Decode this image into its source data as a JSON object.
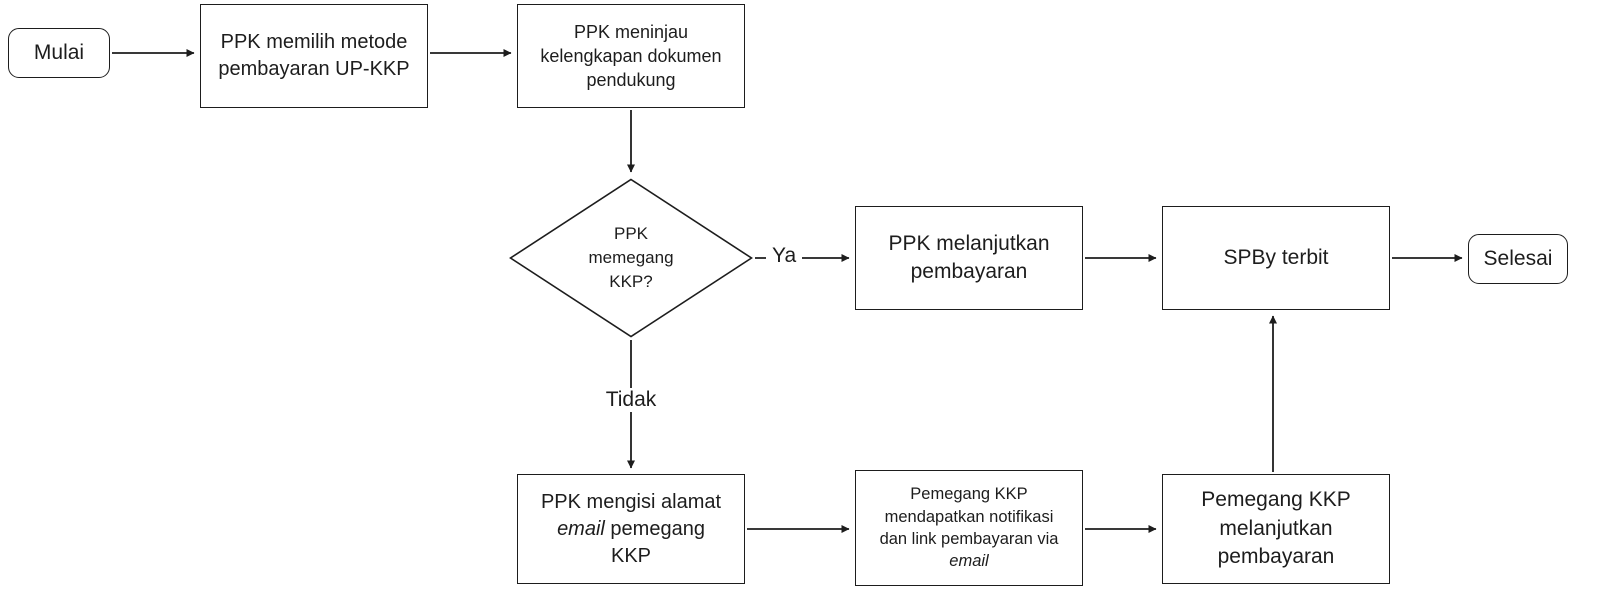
{
  "diagram": {
    "nodes": {
      "start": "Mulai",
      "choose_method": "PPK memilih metode pembayaran UP-KKP",
      "review_docs": "PPK meninjau kelengkapan dokumen pendukung",
      "decision": "PPK memegang KKP?",
      "branch_yes": "Ya",
      "branch_no": "Tidak",
      "ppk_continue": "PPK melanjutkan pembayaran",
      "spby": "SPBy terbit",
      "end": "Selesai",
      "fill_email_pre": "PPK mengisi alamat ",
      "fill_email_em": "email",
      "fill_email_post": " pemegang KKP",
      "notif_pre": "Pemegang KKP mendapatkan notifikasi dan link pembayaran via ",
      "notif_em": "email",
      "holder_continue": "Pemegang KKP melanjutkan pembayaran"
    },
    "colors": {
      "stroke": "#1d1d1d",
      "background": "#ffffff"
    }
  }
}
